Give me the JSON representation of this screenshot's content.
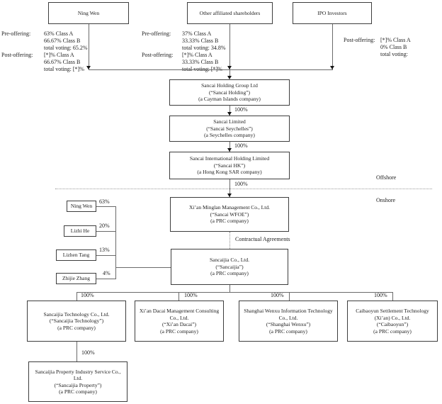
{
  "diagram": {
    "offering_labels": {
      "pre": "Pre-offering:",
      "post": "Post-offering:"
    },
    "top_shareholders": {
      "ning_wen": {
        "name": "Ning Wen",
        "pre": [
          "63% Class A",
          "66.67% Class B",
          "total voting: 65.2%"
        ],
        "post": [
          "[*]% Class A",
          "66.67% Class B",
          "total voting: [*]%"
        ]
      },
      "other_affiliated": {
        "name": "Other affiliated shareholders",
        "pre": [
          "37% Class A",
          "33.33% Class B",
          "total voting: 34.8%"
        ],
        "post": [
          "[*]% Class A",
          "33.33% Class B",
          "total voting: [*]%"
        ]
      },
      "ipo_investors": {
        "name": "IPO Investors",
        "post": [
          "[*]% Class A",
          "0% Class B",
          "total voting:"
        ]
      }
    },
    "ownership_pct": "100%",
    "regions": {
      "offshore": "Offshore",
      "onshore": "Onshore"
    },
    "contractual_agreements": "Contractual Agreements",
    "chain": {
      "holding": {
        "name": "Sancai Holding Group Ltd",
        "alias": "(“Sancai Holding”)",
        "jurisdiction": "(a Cayman Islands company)"
      },
      "limited": {
        "name": "Sancai Limited",
        "alias": "(“Sancai Seychelles”)",
        "jurisdiction": "(a Seychelles company)"
      },
      "hk": {
        "name": "Sancai International Holding Limited",
        "alias": "(“Sancai HK”)",
        "jurisdiction": "(a Hong Kong SAR company)"
      },
      "wfoe": {
        "name": "Xi’an Minglan Management Co., Ltd.",
        "alias": "(“Sancai WFOE”)",
        "jurisdiction": "(a PRC company)"
      },
      "vie": {
        "name": "Sancaijia Co., Ltd.",
        "alias": "(“Sancaijia”)",
        "jurisdiction": "(a PRC company)"
      }
    },
    "vie_shareholders": [
      {
        "name": "Ning Wen",
        "pct": "63%"
      },
      {
        "name": "Lizhi He",
        "pct": "20%"
      },
      {
        "name": "Lizhen Tang",
        "pct": "13%"
      },
      {
        "name": "Zhijie Zhang",
        "pct": "4%"
      }
    ],
    "subsidiaries": [
      {
        "name": "Sancaijia Technology Co., Ltd.",
        "alias": "(“Sancaijia Technology”)",
        "jurisdiction": "(a PRC company)",
        "pct": "100%"
      },
      {
        "name": "Xi’an Dacai Management Consulting Co., Ltd.",
        "alias": "(“Xi’an Dacai”)",
        "jurisdiction": "(a PRC company)",
        "pct": "100%"
      },
      {
        "name": "Shanghai Wenxu Information Technology Co., Ltd.",
        "alias": "(“Shanghai Wenxu”)",
        "jurisdiction": "(a PRC company)",
        "pct": "100%"
      },
      {
        "name": "Caibaoyun Settlement Technology (Xi’an) Co., Ltd.",
        "alias": "(“Caibaoyun”)",
        "jurisdiction": "(a PRC company)",
        "pct": "100%"
      }
    ],
    "property_sub": {
      "name": "Sancaijia Property Industry Service Co., Ltd.",
      "alias": "(“Sancaijia Property”)",
      "jurisdiction": "(a PRC company)",
      "pct": "100%"
    }
  }
}
